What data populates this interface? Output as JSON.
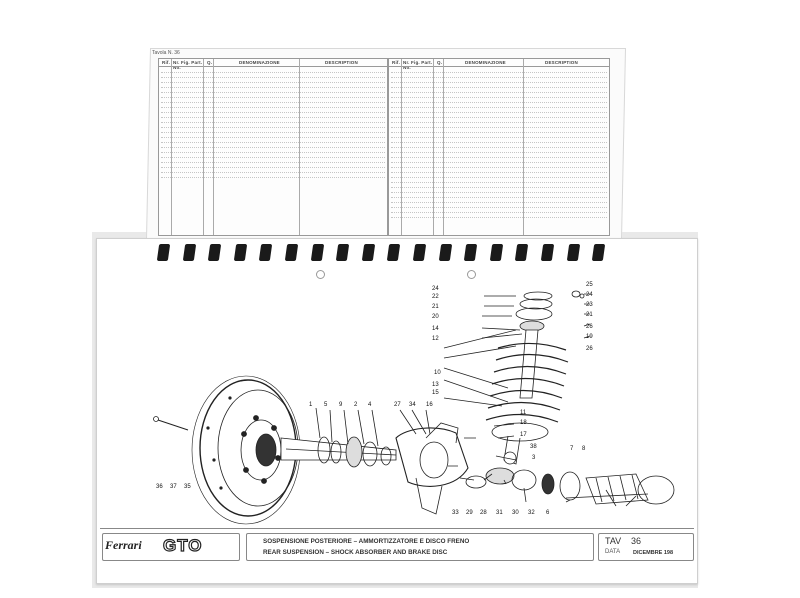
{
  "parts_list": {
    "header_ref": "Tavola N.  36",
    "left_table": {
      "col_ref": "Rif.",
      "col_part_no": "Nr. Fig. Part. No.",
      "col_qty": "Q.",
      "col_it": "DENOMINAZIONE",
      "col_en": "DESCRIPTION"
    },
    "right_table": {
      "col_ref": "Rif.",
      "col_part_no": "Nr. Fig. Part. No.",
      "col_qty": "Q.",
      "col_it": "DENOMINAZIONE",
      "col_en": "DESCRIPTION"
    }
  },
  "diagram": {
    "part_numbers": [
      "24",
      "22",
      "21",
      "20",
      "14",
      "12",
      "25",
      "24",
      "23",
      "21",
      "26",
      "19",
      "26",
      "10",
      "13",
      "15",
      "11",
      "18",
      "17",
      "1",
      "5",
      "9",
      "2",
      "4",
      "27",
      "34",
      "16",
      "38",
      "3",
      "7",
      "8",
      "36",
      "37",
      "35",
      "33",
      "29",
      "28",
      "31",
      "30",
      "32",
      "6"
    ]
  },
  "footer": {
    "brand": "Ferrari",
    "model": "GTO",
    "caption_it": "SOSPENSIONE POSTERIORE – AMMORTIZZATORE E DISCO FRENO",
    "caption_en": "REAR SUSPENSION – SHOCK ABSORBER AND BRAKE DISC",
    "tav_label": "TAV",
    "tav_number": "36",
    "date_label": "DATA",
    "date_value": "DICEMBRE 198"
  }
}
